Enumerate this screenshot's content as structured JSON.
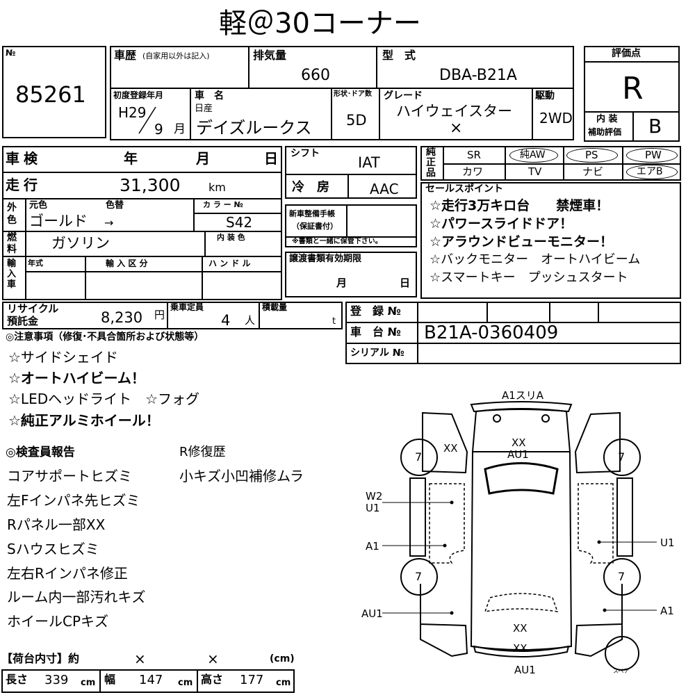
{
  "title": "軽＠30コーナー",
  "lot": {
    "label": "№",
    "number": "85261"
  },
  "history": {
    "label": "車歴",
    "note": "(自家用以外は記入)"
  },
  "displacement": {
    "label": "排気量",
    "value": "660"
  },
  "model": {
    "label": "型　式",
    "value": "DBA-B21A"
  },
  "rating": {
    "label": "評価点",
    "value": "R",
    "interior_label_1": "内 装",
    "interior_label_2": "補助評価",
    "interior_value": "B"
  },
  "first_reg": {
    "label": "初度登録年月",
    "year": "H29",
    "month": "9",
    "month_unit": "月"
  },
  "car_name": {
    "label": "車　名",
    "maker": "日産",
    "value": "デイズルークス"
  },
  "doors": {
    "label": "形状･ドア数",
    "value": "5D"
  },
  "grade": {
    "label": "グレード",
    "value": "ハイウェイスター",
    "value2": "×"
  },
  "drive": {
    "label": "駆動",
    "value": "2WD"
  },
  "inspection": {
    "label": "車検",
    "year": "年",
    "month": "月",
    "day": "日"
  },
  "mileage": {
    "label": "走行",
    "value": "31,300",
    "unit": "km"
  },
  "shift": {
    "label": "シフト",
    "value": "IAT"
  },
  "ac": {
    "label": "冷　房",
    "value": "AAC"
  },
  "color": {
    "side_label": "外色",
    "orig_label": "元色",
    "change_label": "色替",
    "value": "ゴールド",
    "arrow": "→",
    "code_label": "カ ラ ー №",
    "code": "S42",
    "interior_label": "内 装 色"
  },
  "fuel": {
    "label": "燃料",
    "value": "ガソリン"
  },
  "new_car_manual": {
    "label1": "新車整備手帳",
    "label2": "（保証書付）",
    "note": "※書類と一緒に保管下さい。"
  },
  "import": {
    "side_label": "輸入車",
    "year_label": "年式",
    "class_label": "輸 入 区 分",
    "handle_label": "ハ ン ド ル"
  },
  "transfer": {
    "label": "譲渡書類有効期限",
    "month": "月",
    "day": "日"
  },
  "equipment": {
    "label": "純正品",
    "items": [
      "SR",
      "純AW",
      "PS",
      "PW",
      "カワ",
      "TV",
      "ナビ",
      "エアB"
    ]
  },
  "sales_points": {
    "label": "セールスポイント",
    "lines": [
      "☆走行3万キロ台　　禁煙車！",
      "☆パワースライドドア！",
      "☆アラウンドビューモニター！",
      "☆バックモニター　オートハイビーム",
      "☆スマートキー　プッシュスタート"
    ]
  },
  "recycle": {
    "label1": "リサイクル",
    "label2": "預託金",
    "value": "8,230",
    "unit": "円"
  },
  "capacity": {
    "label": "乗車定員",
    "value": "4",
    "unit": "人"
  },
  "load": {
    "label": "積載量",
    "unit": "t"
  },
  "registration": {
    "label": "登　録 №",
    "chassis_label": "車　台 №",
    "chassis_value": "B21A-0360409",
    "serial_label": "シリアル №"
  },
  "notes": {
    "label": "◎注意事項（修復･不具合箇所および状態等）",
    "lines": [
      "☆サイドシェイド",
      "☆オートハイビーム！",
      "☆LEDヘッドライト　☆フォグ",
      "☆純正アルミホイール！"
    ]
  },
  "inspector": {
    "label": "◎検査員報告",
    "repair_label": "R修復歴",
    "repair_value": "小キズ小凹補修ムラ",
    "lines": [
      "コアサポートヒズミ",
      "左Fインパネ先ヒズミ",
      "Rパネル一部XX",
      "Sハウスヒズミ",
      "左右Rインパネ修正",
      "ルーム内一部汚れキズ",
      "ホイールCPキズ"
    ]
  },
  "cargo": {
    "label": "【荷台内寸】約",
    "x1": "×",
    "x2": "×",
    "unit_cm": "(cm)",
    "length_label": "長さ",
    "length": "339",
    "width_label": "幅",
    "width": "147",
    "height_label": "高さ",
    "height": "177",
    "cm": "cm"
  },
  "diagram": {
    "top": "A1スリA",
    "front_xx": "XX",
    "front_au": "AU1",
    "left_xx": "XX",
    "w2": "W2",
    "u1_left": "U1",
    "a1_left": "A1",
    "au1_left": "AU1",
    "u1_right": "U1",
    "a1_right": "A1",
    "rear_xx1": "XX",
    "rear_xx2": "XX",
    "rear_au": "AU1",
    "tire": "7",
    "spare": "スペア"
  }
}
